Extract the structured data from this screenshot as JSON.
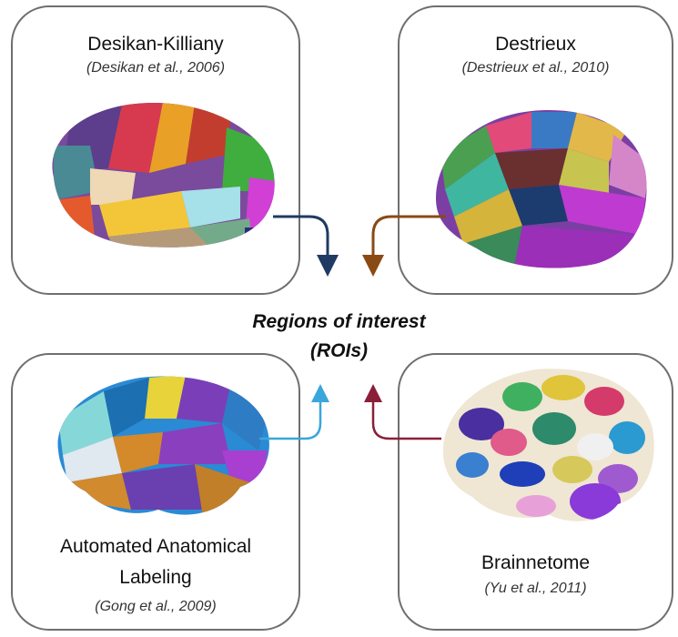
{
  "center_label": {
    "line1": "Regions of interest",
    "line2": "(ROIs)"
  },
  "atlases": [
    {
      "name": "Desikan-Killiany",
      "citation": "(Desikan et al., 2006)",
      "arrow_color": "#1f3a63"
    },
    {
      "name": "Destrieux",
      "citation": "(Destrieux et al., 2010)",
      "arrow_color": "#8a4a14"
    },
    {
      "name_line1": "Automated Anatomical",
      "name_line2": "Labeling",
      "citation": "(Gong et al., 2009)",
      "arrow_color": "#3aa6db"
    },
    {
      "name": "Brainnetome",
      "citation": "(Yu et al., 2011)",
      "arrow_color": "#8a1f3a"
    }
  ],
  "icons": [
    "brain-surface-desikan",
    "brain-surface-destrieux",
    "brain-surface-aal",
    "brain-surface-brainnetome"
  ]
}
